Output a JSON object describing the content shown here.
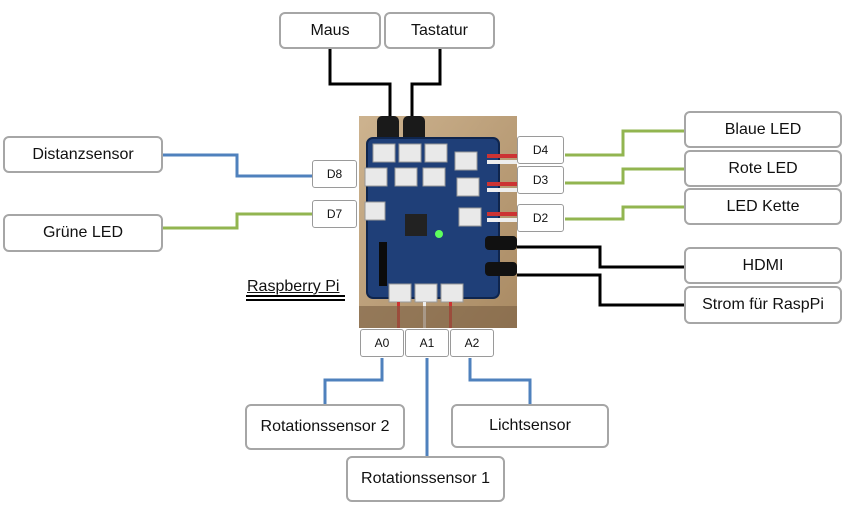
{
  "devices": {
    "maus": "Maus",
    "tastatur": "Tastatur",
    "distanzsensor": "Distanzsensor",
    "gruene_led": "Grüne LED",
    "blaue_led": "Blaue LED",
    "rote_led": "Rote LED",
    "led_kette": "LED Kette",
    "hdmi": "HDMI",
    "strom": "Strom für RaspPi",
    "rotationssensor_2": "Rotationssensor 2",
    "lichtsensor": "Lichtsensor",
    "rotationssensor_1": "Rotationssensor 1"
  },
  "ports": {
    "d8": "D8",
    "d7": "D7",
    "d4": "D4",
    "d3": "D3",
    "d2": "D2",
    "a0": "A0",
    "a1": "A1",
    "a2": "A2"
  },
  "board_label": "Raspberry Pi",
  "colors": {
    "digital_out_wire": "#92b550",
    "sensor_wire": "#4f81bd",
    "usb_power_wire": "#000000",
    "box_border": "#a6a6a6"
  }
}
